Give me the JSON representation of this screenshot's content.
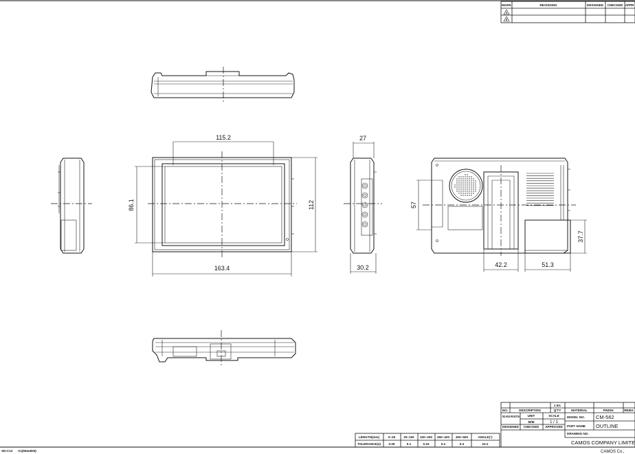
{
  "revision_table": {
    "headers": [
      "MARK",
      "REVISIONS",
      "DESIGNED",
      "CHECKED",
      "APPR"
    ],
    "marks": [
      "1",
      "2"
    ]
  },
  "dimensions": {
    "front_width_top": "115.2",
    "front_height_left": "86.1",
    "front_height_right": "112",
    "front_width_bottom": "163.4",
    "side_top": "27",
    "side_bottom": "30.2",
    "back_left": "57",
    "back_right": "37.7",
    "back_bottom_left": "42.2",
    "back_bottom_right": "51.3"
  },
  "tolerance_table": {
    "headers": [
      "LENGTH(mm)",
      "0~25",
      "25~100",
      "100~250",
      "250~400",
      "400~500",
      "ANGLE(°)"
    ],
    "values": [
      "TOLERANCE(±)",
      "0.05",
      "0.1",
      "0.15",
      "0.2",
      "0.3",
      "±0.2"
    ]
  },
  "title_block": {
    "qty_value": "1 EA",
    "headers": [
      "NO.",
      "DESCRIPTION",
      "Q'TY",
      "MATERIAL",
      "FINISH",
      "REMA"
    ],
    "projection_label": "3RD ANGLE PROJECTION",
    "unit_label": "UNIT",
    "unit_value": "M/M",
    "scale_label": "SCALE",
    "scale_value": "1 / 1",
    "designed_label": "DESIGNED",
    "checked_label": "CHECKED",
    "approved_label": "APPROVED",
    "model_label": "MODEL NO.",
    "model_value": "CM-562",
    "part_label": "PART NAME",
    "part_value": "OUTLINE",
    "drawing_label": "DRAWING NO.",
    "company": "CAMOS COMPANY LIMITE",
    "company_short": "CAMOS Co.,"
  },
  "sheet_info": {
    "form_code": "SD-C12",
    "sheet_size": "A1(594x825)"
  }
}
